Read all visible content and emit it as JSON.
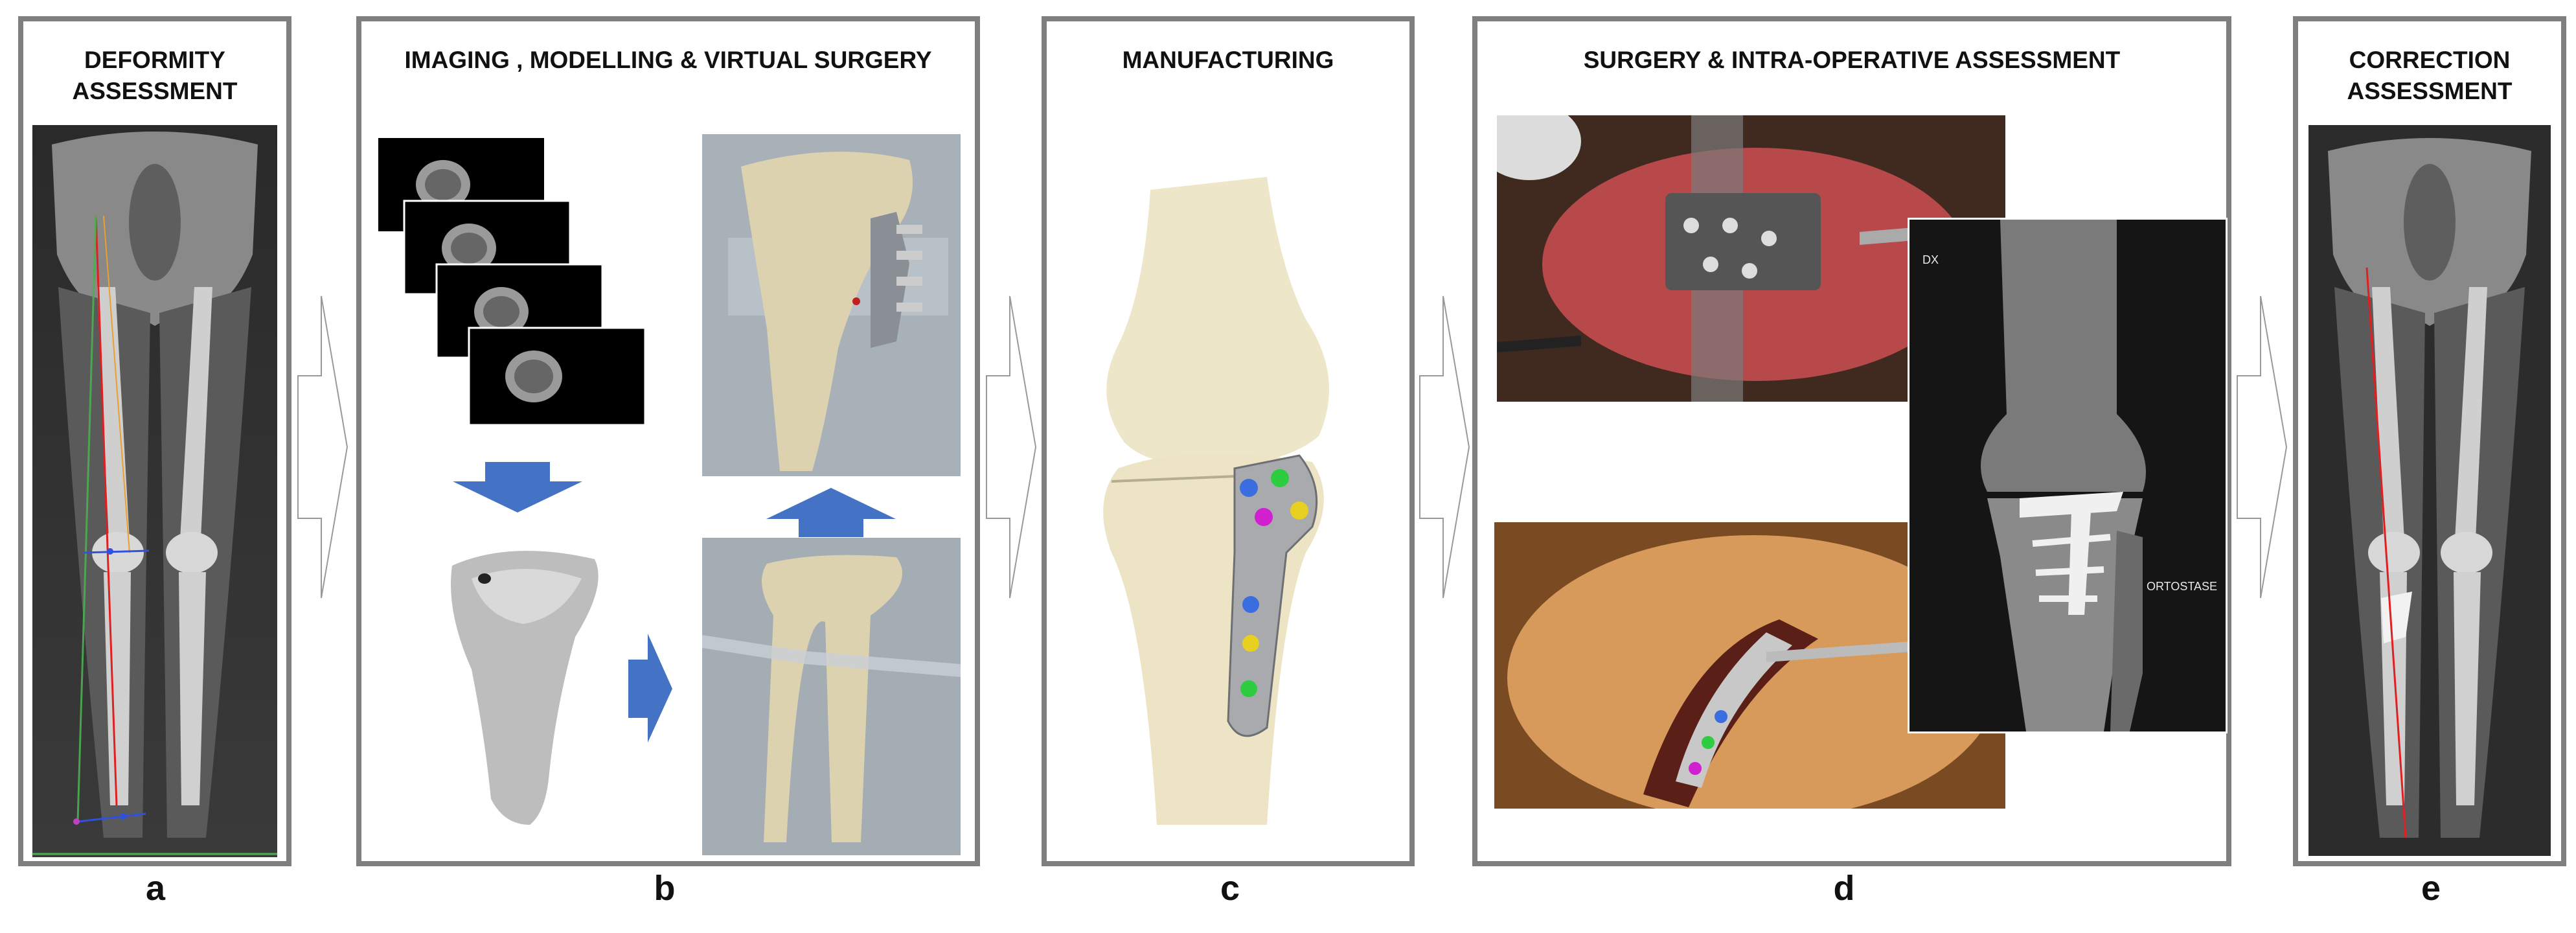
{
  "panels": [
    {
      "id": "a",
      "title_lines": [
        "DEFORMITY",
        "ASSESSMENT"
      ],
      "label": "a"
    },
    {
      "id": "b",
      "title_lines": [
        "IMAGING , MODELLING  & VIRTUAL SURGERY"
      ],
      "label": "b"
    },
    {
      "id": "c",
      "title_lines": [
        "MANUFACTURING"
      ],
      "label": "c"
    },
    {
      "id": "d",
      "title_lines": [
        "SURGERY & INTRA-OPERATIVE ASSESSMENT"
      ],
      "label": "d"
    },
    {
      "id": "e",
      "title_lines": [
        "CORRECTION",
        "ASSESSMENT"
      ],
      "label": "e"
    }
  ],
  "xray_labels": {
    "side": "DX",
    "position": "ORTOSTASE"
  },
  "colors": {
    "border": "#7f7f7f",
    "flow_arrow": "#4472c4",
    "bone": "#ede6c8",
    "axis_red": "#e02020",
    "axis_green": "#4caf50"
  }
}
